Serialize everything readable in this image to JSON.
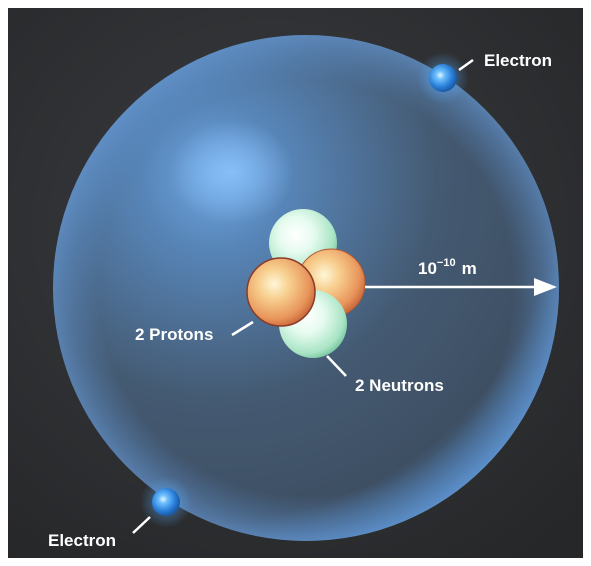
{
  "labels": {
    "electron_top": "Electron",
    "electron_bottom": "Electron",
    "protons": "2 Protons",
    "neutrons": "2 Neutrons",
    "scale_base": "10",
    "scale_exponent": "−10",
    "scale_unit": "m"
  },
  "colors": {
    "background": "#2f3033",
    "cloud": "#4e6b8e",
    "electron": "#2f8fe8",
    "proton": "#f2a15a",
    "neutron": "#c8f2dc",
    "text": "#ffffff"
  }
}
